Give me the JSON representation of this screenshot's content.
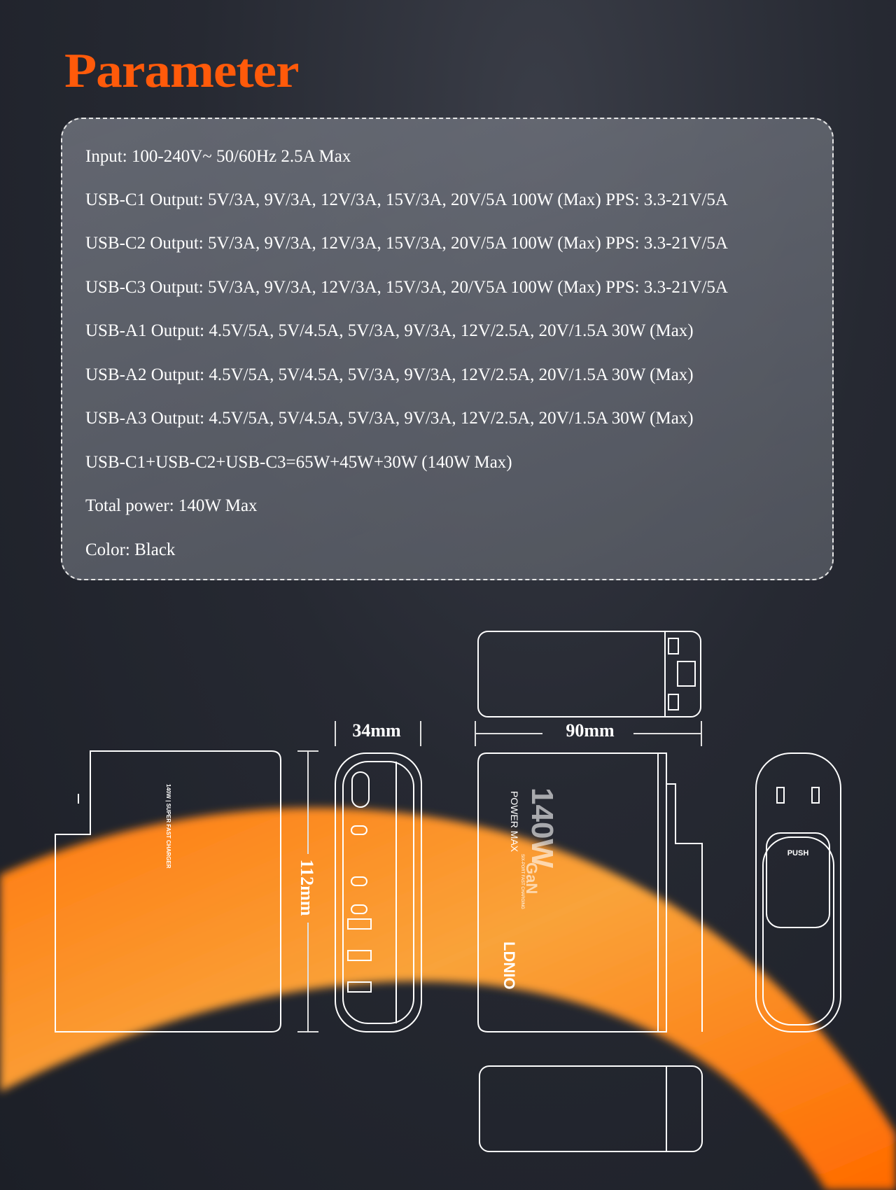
{
  "title": "Parameter",
  "specs": [
    "Input: 100-240V~ 50/60Hz 2.5A Max",
    "USB-C1 Output: 5V/3A, 9V/3A, 12V/3A, 15V/3A, 20V/5A 100W (Max) PPS: 3.3-21V/5A",
    "USB-C2 Output: 5V/3A, 9V/3A, 12V/3A, 15V/3A, 20V/5A 100W (Max) PPS: 3.3-21V/5A",
    "USB-C3 Output: 5V/3A, 9V/3A, 12V/3A, 15V/3A, 20/V5A 100W (Max) PPS: 3.3-21V/5A",
    "USB-A1 Output: 4.5V/5A, 5V/4.5A, 5V/3A, 9V/3A, 12V/2.5A, 20V/1.5A 30W (Max)",
    "USB-A2 Output: 4.5V/5A, 5V/4.5A, 5V/3A, 9V/3A, 12V/2.5A, 20V/1.5A 30W (Max)",
    "USB-A3 Output: 4.5V/5A, 5V/4.5A, 5V/3A, 9V/3A, 12V/2.5A, 20V/1.5A 30W (Max)",
    "USB-C1+USB-C2+USB-C3=65W+45W+30W (140W Max)",
    "Total power: 140W Max",
    "Color: Black"
  ],
  "dimensions": {
    "depth": "34mm",
    "width": "90mm",
    "height": "112mm"
  },
  "product_art": {
    "brand": "LDNIO",
    "power_max": "POWER MAX",
    "wattage": "140W",
    "gan": "GaN",
    "tagline": "SIX-PORT FAST CHARGING",
    "push": "PUSH",
    "label_title": "140W | SUPER FAST CHARGER"
  },
  "colors": {
    "accent": "#ff5a0a",
    "background": "#1f222b"
  }
}
